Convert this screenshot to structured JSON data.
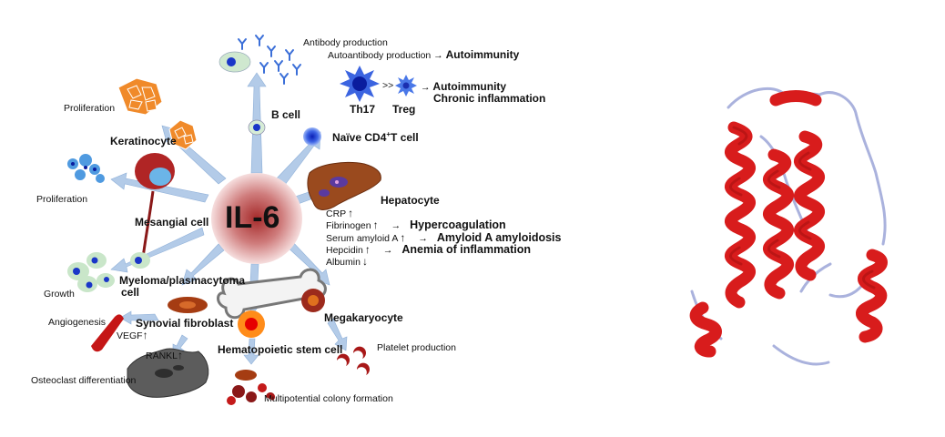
{
  "hub": {
    "label": "IL-6"
  },
  "targets": {
    "b_cell": "B cell",
    "naive_cd4": "Naive CD4+T cell",
    "naive_cd4_prefix": "Naïve CD4",
    "naive_cd4_sup": "+",
    "naive_cd4_suffix": "T cell",
    "th17": "Th17",
    "treg": "Treg",
    "keratinocyte": "Keratinocyte",
    "mesangial": "Mesangial cell",
    "myeloma_1": "Myeloma/plasmacytoma",
    "myeloma_2": "cell",
    "synovial": "Synovial fibroblast",
    "hsc": "Hematopoietic stem cell",
    "megakaryocyte": "Megakaryocyte",
    "hepatocyte": "Hepatocyte"
  },
  "effects": {
    "antibody": "Antibody production",
    "autoantibody": "Autoantibody production",
    "autoimmunity": "Autoimmunity",
    "th17_treg_ratio": ">>",
    "autoimmunity2": "Autoimmunity",
    "chronic": "Chronic inflammation",
    "prolif1": "Proliferation",
    "prolif2": "Proliferation",
    "growth": "Growth",
    "angiogenesis": "Angiogenesis",
    "vegf": "VEGF",
    "rankl": "RANKL",
    "osteoclast": "Osteoclast differentiation",
    "multipotential": "Multipotential colony formation",
    "platelet": "Platelet production"
  },
  "hepatocyte_effects": [
    {
      "marker": "CRP",
      "dir": "↑",
      "outcome": ""
    },
    {
      "marker": "Fibrinogen",
      "dir": "↑",
      "outcome": "Hypercoagulation"
    },
    {
      "marker": "Serum amyloid A",
      "dir": "↑",
      "outcome": "Amyloid A amyloidosis"
    },
    {
      "marker": "Hepcidin",
      "dir": "↑",
      "outcome": "Anemia of inflammation"
    },
    {
      "marker": "Albumin",
      "dir": "↓",
      "outcome": ""
    }
  ],
  "arrow_glyph": "→",
  "up_glyph": "↑",
  "colors": {
    "hub_core": "#b73a3a",
    "hub_glow": "#f3c9c9",
    "arrow": "#a9c4e4",
    "protein_helix": "#d81c1c",
    "protein_loop": "#aab2dd"
  }
}
